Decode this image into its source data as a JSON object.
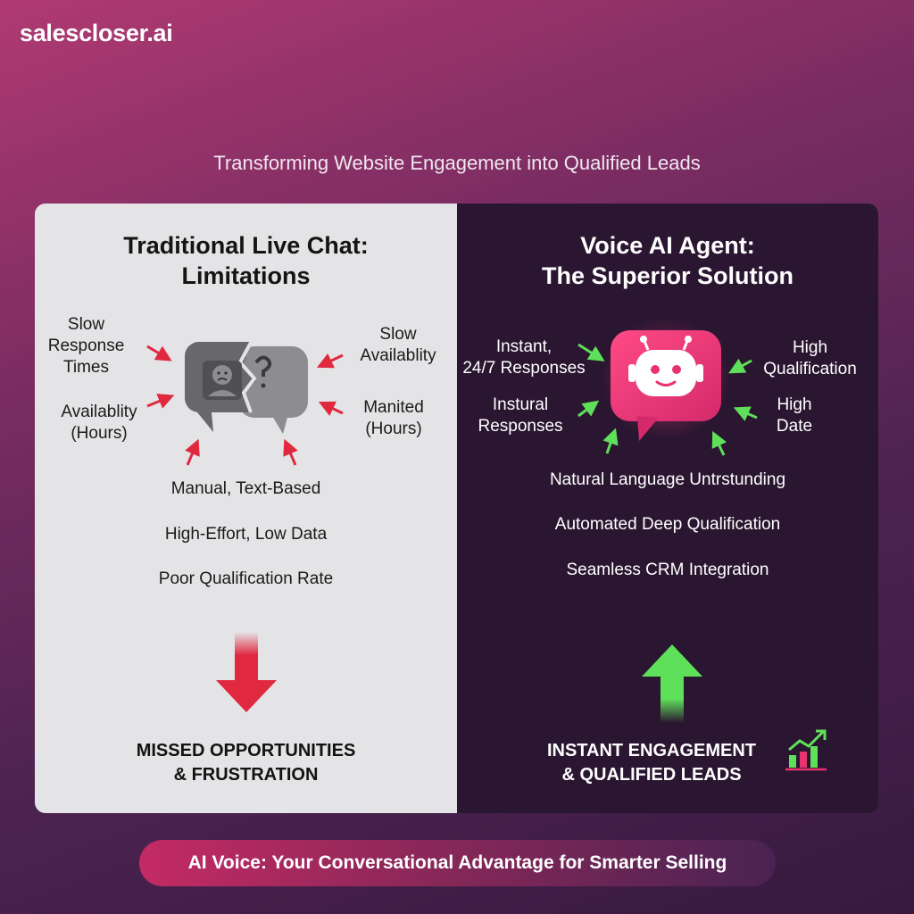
{
  "brand": "salescloser.ai",
  "subtitle": "Transforming Website Engagement into Qualified Leads",
  "left": {
    "title_line1": "Traditional Live Chat:",
    "title_line2": "Limitations",
    "labels": {
      "slow_response": [
        "Slow",
        "Response",
        "Times"
      ],
      "availability_hours": [
        "Availablity",
        "(Hours)"
      ],
      "slow_availability": [
        "Slow",
        "Availablity"
      ],
      "manited_hours": [
        "Manited",
        "(Hours)"
      ]
    },
    "features": [
      "Manual, Text-Based",
      "High-Effort, Low Data",
      "Poor Qualification Rate"
    ],
    "outcome": [
      "MISSED OPPORTUNITIES",
      "& FRUSTRATION"
    ],
    "icon": "broken-chat-bubble-icon",
    "arrow_color": "#e0283f"
  },
  "right": {
    "title_line1": "Voice AI Agent:",
    "title_line2": "The Superior Solution",
    "labels": {
      "instant": [
        "Instant,",
        "24/7 Responses"
      ],
      "instural": [
        "Instural",
        "Responses"
      ],
      "high_qualification": [
        "High",
        "Qualification"
      ],
      "high_date": [
        "High",
        "Date"
      ]
    },
    "features": [
      "Natural Language Untrstunding",
      "Automated Deep Qualification",
      "Seamless CRM Integration"
    ],
    "outcome": [
      "INSTANT ENGAGEMENT",
      "& QUALIFIED LEADS"
    ],
    "icon": "robot-chat-icon",
    "arrow_color": "#5fe05a"
  },
  "tagline": "AI Voice: Your Conversational Advantage for Smarter Selling",
  "colors": {
    "bg_pink": "#b03a72",
    "bg_dark": "#37193f",
    "panel_light": "#e4e4e6",
    "panel_dark": "#2b1631",
    "robot_pink": "#e8336f"
  }
}
